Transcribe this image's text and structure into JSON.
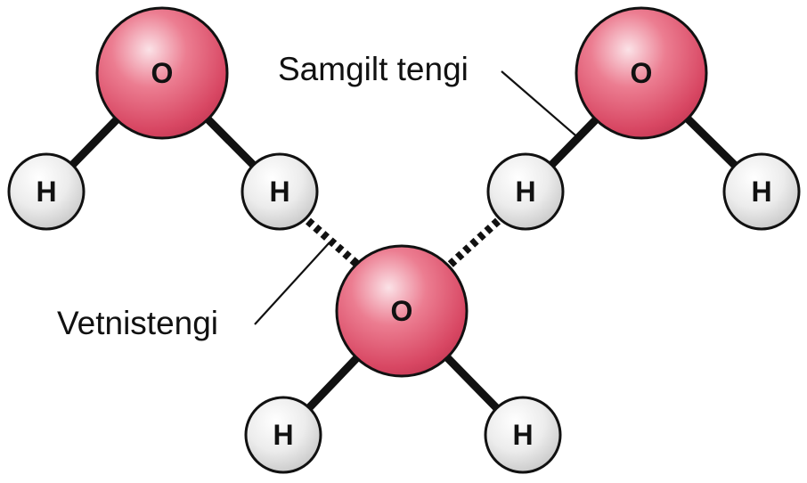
{
  "colors": {
    "oxygen": "#e0556f",
    "hydrogen": "#e4e4e4",
    "bond": "#111111",
    "text": "#111111"
  },
  "molecules": [
    {
      "oxygen": "O",
      "hydrogens": [
        "H",
        "H"
      ]
    },
    {
      "oxygen": "O",
      "hydrogens": [
        "H",
        "H"
      ]
    },
    {
      "oxygen": "O",
      "hydrogens": [
        "H",
        "H"
      ]
    }
  ],
  "callouts": {
    "covalent_bond": "Samgilt tengi",
    "hydrogen_bond": "Vetnistengi"
  }
}
